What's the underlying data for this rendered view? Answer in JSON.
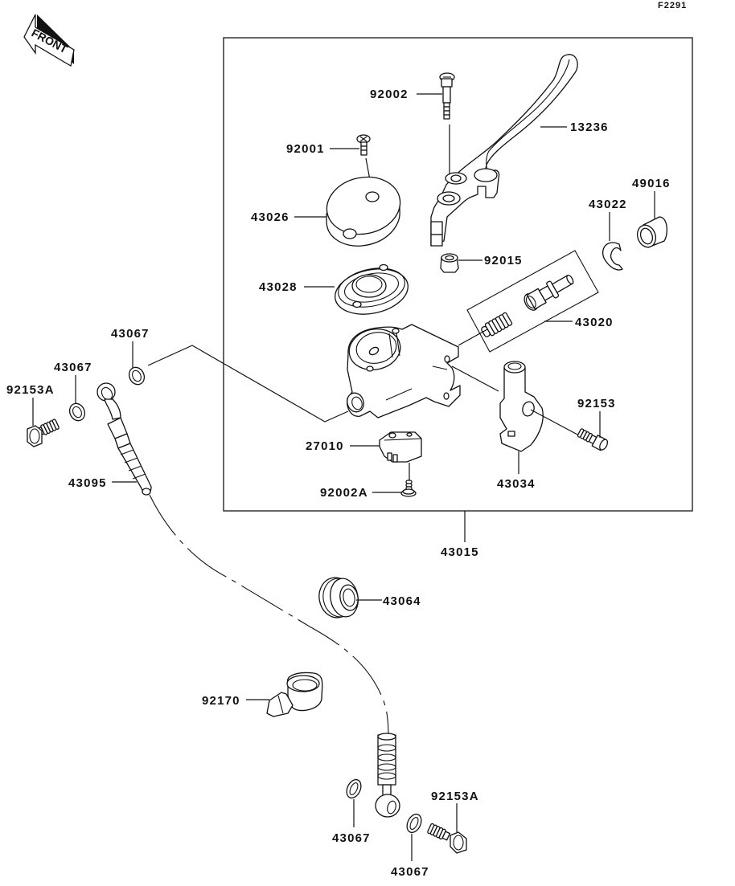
{
  "diagram": {
    "reference_code": "F2291",
    "front_indicator": "FRONT",
    "assembly_label": "43015",
    "parts": [
      {
        "id": "p92002",
        "number": "92002",
        "name": "lever pivot bolt"
      },
      {
        "id": "p13236",
        "number": "13236",
        "name": "clutch lever"
      },
      {
        "id": "p92001",
        "number": "92001",
        "name": "cap screw"
      },
      {
        "id": "p43026",
        "number": "43026",
        "name": "reservoir cap"
      },
      {
        "id": "p49016",
        "number": "49016",
        "name": "dust boot"
      },
      {
        "id": "p43022",
        "number": "43022",
        "name": "circlip"
      },
      {
        "id": "p92015",
        "number": "92015",
        "name": "lever nut"
      },
      {
        "id": "p43028",
        "number": "43028",
        "name": "diaphragm"
      },
      {
        "id": "p43020",
        "number": "43020",
        "name": "piston kit"
      },
      {
        "id": "p43067a",
        "number": "43067",
        "name": "washer upper"
      },
      {
        "id": "p43067b",
        "number": "43067",
        "name": "washer left"
      },
      {
        "id": "p92153A_top",
        "number": "92153A",
        "name": "banjo bolt upper"
      },
      {
        "id": "p92153",
        "number": "92153",
        "name": "clamp bolt"
      },
      {
        "id": "p27010",
        "number": "27010",
        "name": "clutch switch"
      },
      {
        "id": "p43034",
        "number": "43034",
        "name": "holder clamp"
      },
      {
        "id": "p43095",
        "number": "43095",
        "name": "clutch hose"
      },
      {
        "id": "p92002A",
        "number": "92002A",
        "name": "switch screw"
      },
      {
        "id": "p43015",
        "number": "43015",
        "name": "master cylinder assembly"
      },
      {
        "id": "p43064",
        "number": "43064",
        "name": "grommet"
      },
      {
        "id": "p92170",
        "number": "92170",
        "name": "clamp"
      },
      {
        "id": "p92153A_bot",
        "number": "92153A",
        "name": "banjo bolt lower"
      },
      {
        "id": "p43067c",
        "number": "43067",
        "name": "washer lower left"
      },
      {
        "id": "p43067d",
        "number": "43067",
        "name": "washer lower right"
      }
    ]
  }
}
